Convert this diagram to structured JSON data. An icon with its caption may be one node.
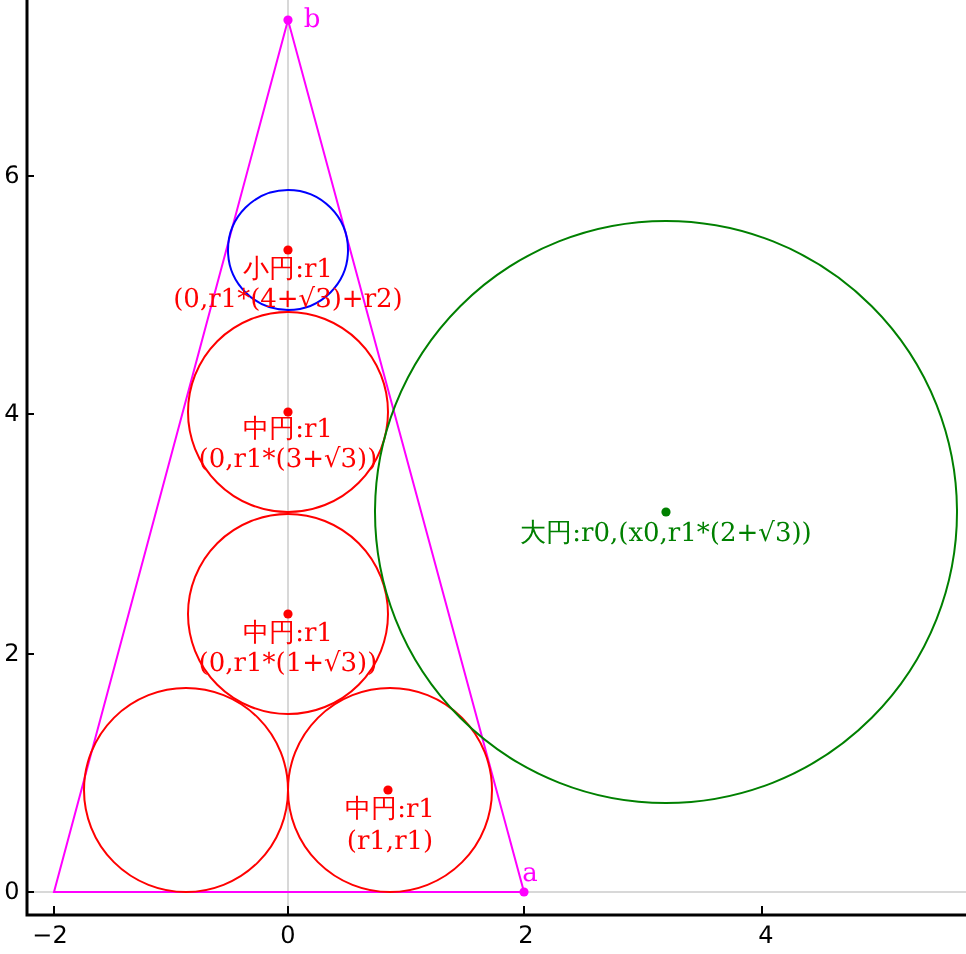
{
  "diagram": {
    "labels": [
      "b",
      "6",
      "小円:r1",
      "(0,r1*(4+√3)+r2)",
      "4",
      "中円:r1",
      "(0,r1*(3+√3))",
      "大円:r0,(x0,r1*(2+√3))",
      "2",
      "中円:r1",
      "(0,r1*(1+√3))",
      "中円:r1",
      "(r1,r1)",
      "a",
      "0",
      "−2",
      "0",
      "2",
      "4"
    ]
  }
}
